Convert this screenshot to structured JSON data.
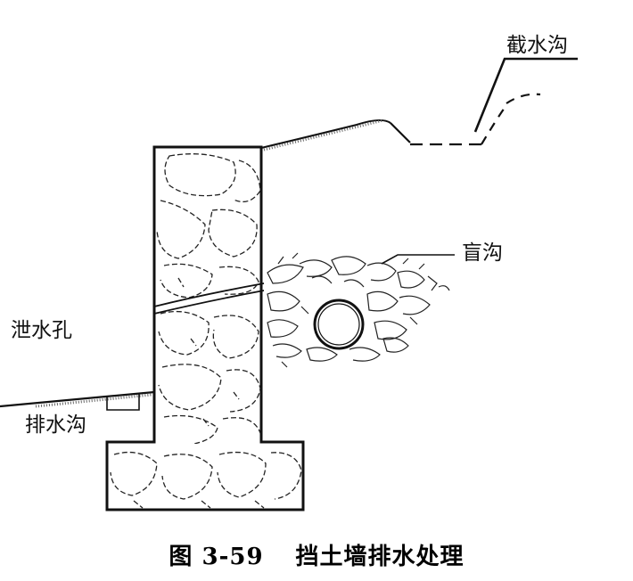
{
  "labels": {
    "intercept_ditch": "截水沟",
    "blind_ditch": "盲沟",
    "weep_hole": "泄水孔",
    "drain_ditch": "排水沟"
  },
  "caption": {
    "number": "图 3-59",
    "title": "挡土墙排水处理"
  },
  "colors": {
    "ink": "#111111",
    "background": "#ffffff"
  }
}
